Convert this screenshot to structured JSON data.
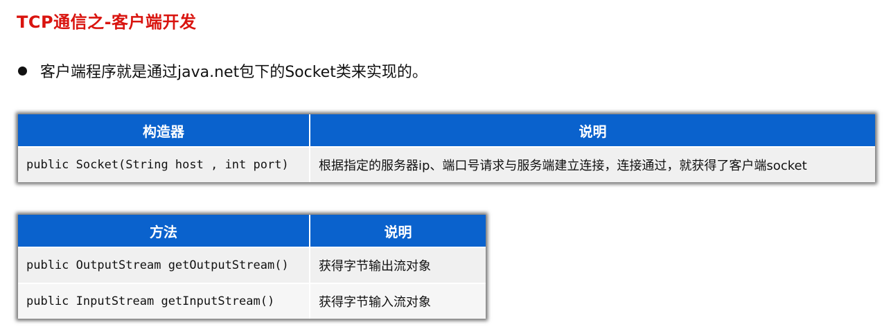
{
  "title": "TCP通信之-客户端开发",
  "bullet": "客户端程序就是通过java.net包下的Socket类来实现的。",
  "constructor_table": {
    "headers": [
      "构造器",
      "说明"
    ],
    "rows": [
      [
        "public Socket(String host , int port)",
        "根据指定的服务器ip、端口号请求与服务端建立连接，连接通过，就获得了客户端socket"
      ]
    ]
  },
  "method_table": {
    "headers": [
      "方法",
      "说明"
    ],
    "rows": [
      [
        "public OutputStream getOutputStream()",
        "获得字节输出流对象"
      ],
      [
        "public InputStream getInputStream()",
        "获得字节输入流对象"
      ]
    ]
  },
  "colors": {
    "title": "#d9140f",
    "table_header": "#0a62cd",
    "row_bg": "#f0f0f0"
  }
}
